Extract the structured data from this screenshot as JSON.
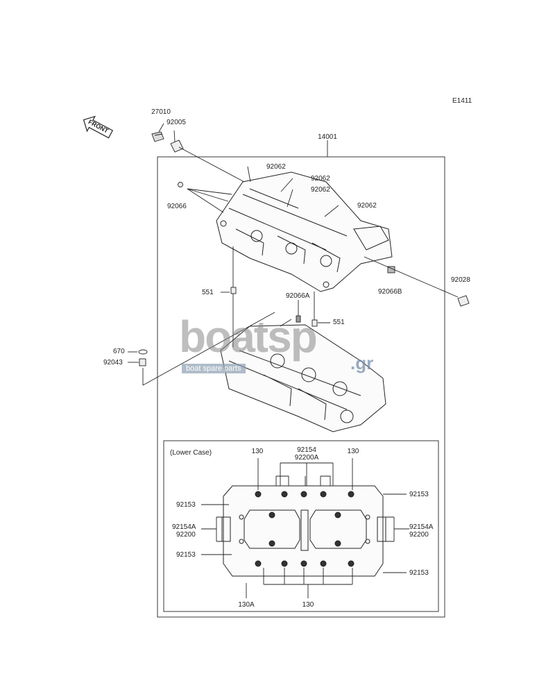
{
  "figure_code": "E1411",
  "front_label": "FRONT",
  "watermark": {
    "word": "boatsp",
    "tagline": "boat spare parts",
    "suffix": ".gr"
  },
  "lower_case_title": "(Lower Case)",
  "parts": {
    "p27010": "27010",
    "p92005": "92005",
    "p14001": "14001",
    "p92062_a": "92062",
    "p92062_b": "92062",
    "p92062_c": "92062",
    "p92062_d": "92062",
    "p92066": "92066",
    "p92028": "92028",
    "p92066B": "92066B",
    "p551_l": "551",
    "p92066A": "92066A",
    "p551_r": "551",
    "p670": "670",
    "p92043": "92043"
  },
  "lower_parts": {
    "p130_tl": "130",
    "p92154": "92154",
    "p92200A": "92200A",
    "p130_tr": "130",
    "p92153_tl": "92153",
    "p92153_tr": "92153",
    "p92154A_l": "92154A",
    "p92200_l": "92200",
    "p92154A_r": "92154A",
    "p92200_r": "92200",
    "p92153_bl": "92153",
    "p92153_br": "92153",
    "p130A": "130A",
    "p130_b": "130"
  }
}
